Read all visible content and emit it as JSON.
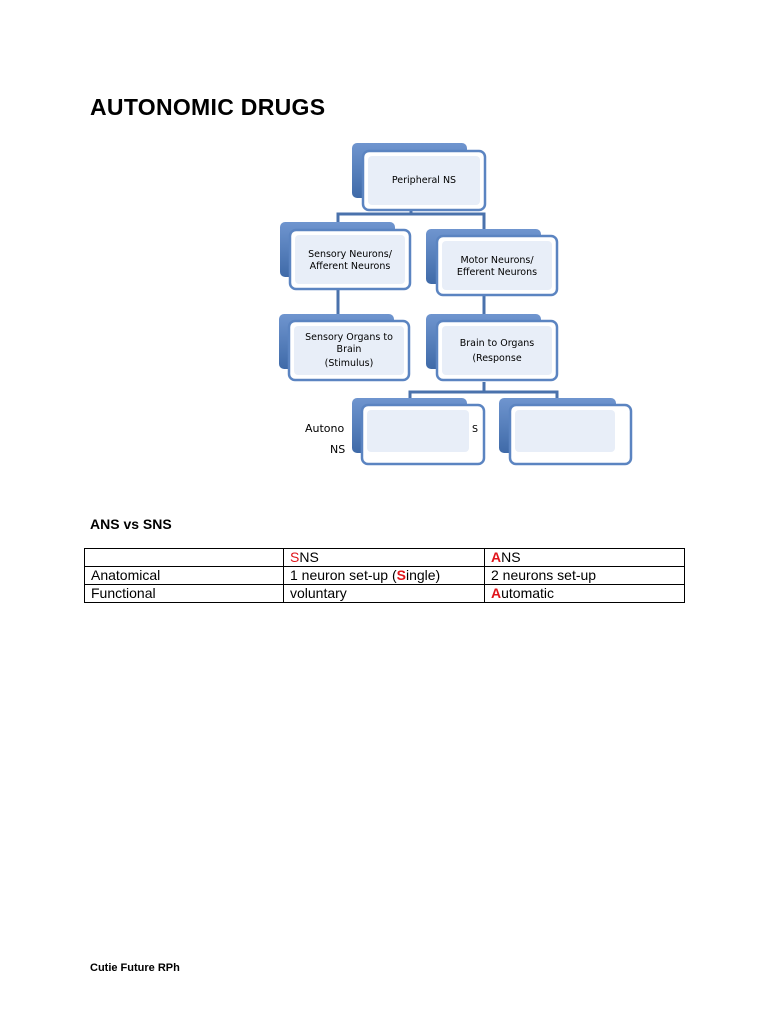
{
  "page": {
    "title": "AUTONOMIC DRUGS",
    "section_title": "ANS vs SNS",
    "footer": "Cutie Future RPh"
  },
  "diagram": {
    "root": {
      "label": "Peripheral NS"
    },
    "level2": [
      {
        "line1": "Sensory Neurons/",
        "line2": "Afferent Neurons"
      },
      {
        "line1": "Motor Neurons/",
        "line2": "Efferent Neurons"
      }
    ],
    "level3": [
      {
        "line1": "Sensory Organs to",
        "line2": "Brain",
        "line3": "(Stimulus)"
      },
      {
        "line1": "Brain to Organs",
        "line2": "(Response"
      }
    ],
    "side_label": {
      "line1": "Autono",
      "line2": "NS",
      "peek": "S"
    }
  },
  "table": {
    "header": [
      "",
      "SNS",
      "ANS"
    ],
    "header_first_letters": [
      "S",
      "A"
    ],
    "header_rests": [
      "NS",
      "NS"
    ],
    "rows": [
      {
        "label": "Anatomical",
        "sns_prefix": "1 neuron set-up (",
        "sns_highlight": "S",
        "sns_suffix": "ingle)",
        "ans": "2 neurons set-up"
      },
      {
        "label": "Functional",
        "sns": "voluntary",
        "ans_highlight": "A",
        "ans_suffix": "utomatic"
      }
    ]
  },
  "colors": {
    "box_back": "#5b84c1",
    "box_border": "#5b84c1",
    "box_fill": "#ffffff",
    "box_inner": "#e8eef8",
    "connector": "#4a72ac",
    "highlight_red": "#e0141a"
  }
}
